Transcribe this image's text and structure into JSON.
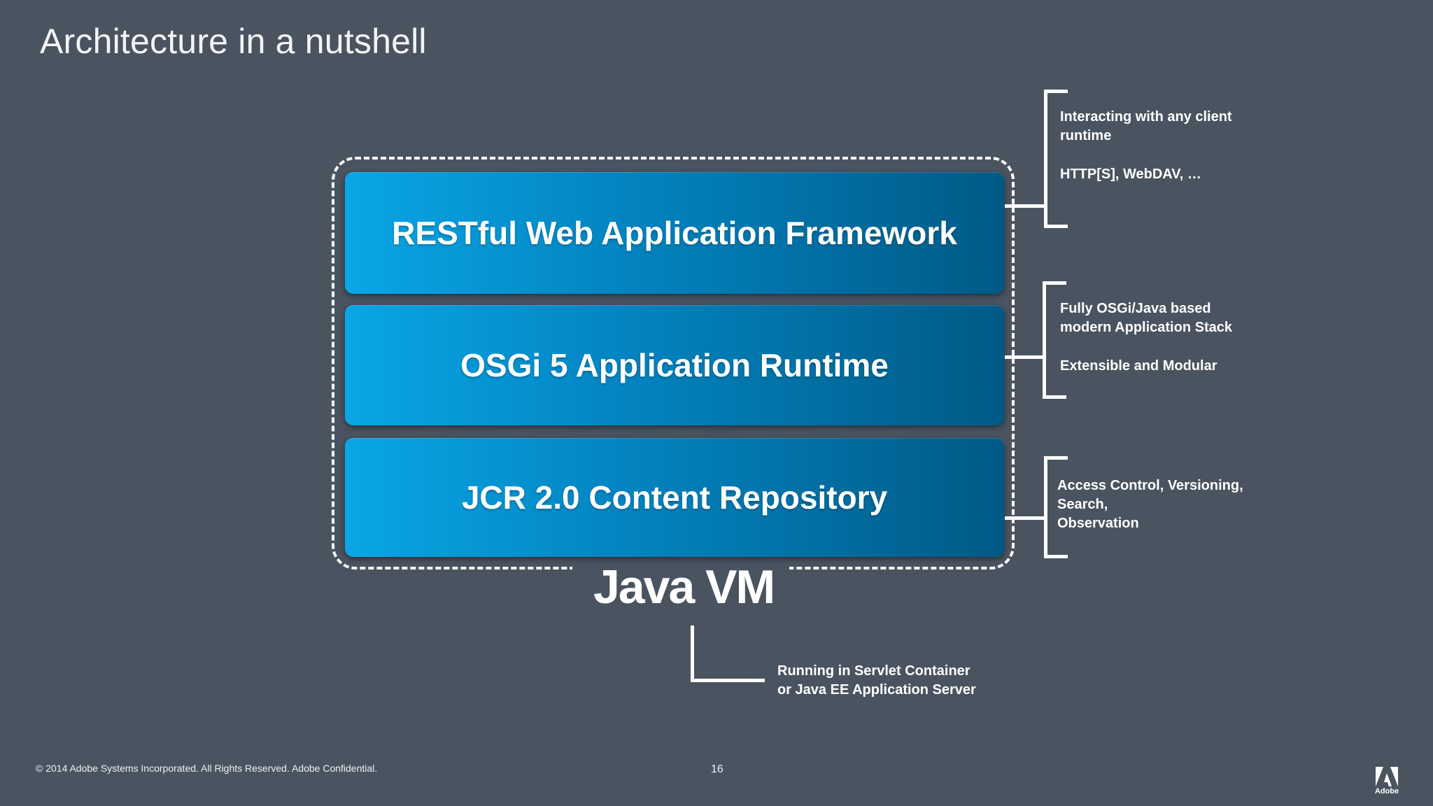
{
  "slide": {
    "title": "Architecture in a nutshell"
  },
  "stack": {
    "layers": [
      {
        "label": "RESTful Web Application Framework"
      },
      {
        "label": "OSGi 5 Application Runtime"
      },
      {
        "label": "JCR 2.0 Content Repository"
      }
    ],
    "container_label": "Java VM"
  },
  "annotations": {
    "framework": {
      "line1": "Interacting with any client",
      "line2": "runtime",
      "line3": "HTTP[S], WebDAV, …"
    },
    "runtime": {
      "line1": "Fully OSGi/Java based",
      "line2": "modern Application Stack",
      "line3": "Extensible and Modular"
    },
    "repository": {
      "line1": "Access Control, Versioning,",
      "line2": "Search,",
      "line3": "Observation"
    },
    "jvm": {
      "line1": "Running in Servlet Container",
      "line2": "or Java EE Application Server"
    }
  },
  "footer": {
    "copyright": "© 2014 Adobe Systems Incorporated.  All Rights Reserved.  Adobe Confidential.",
    "page_number": "16",
    "logo_text": "Adobe"
  },
  "colors": {
    "background": "#4a5461",
    "layer_gradient_start": "#0aa6e6",
    "layer_gradient_end": "#005a86",
    "line": "#ffffff"
  }
}
